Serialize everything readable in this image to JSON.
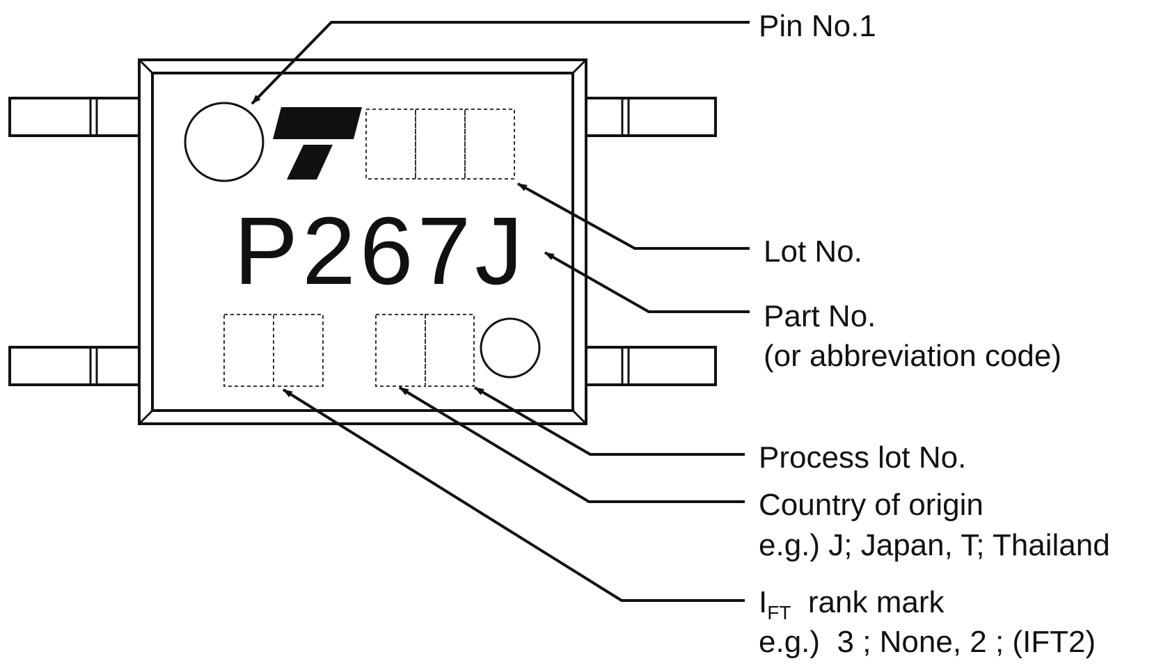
{
  "package": {
    "part_number": "P267J",
    "logo_name": "toshiba-t-logo-icon"
  },
  "callouts": {
    "pin1": {
      "label": "Pin No.1"
    },
    "lot": {
      "label": "Lot No."
    },
    "part": {
      "label": "Part No.",
      "sub_label": "(or abbreviation code)"
    },
    "process_lot": {
      "label": "Process lot No."
    },
    "country": {
      "label": "Country of origin",
      "example": "e.g.) J; Japan, T; Thailand"
    },
    "ift_rank": {
      "label_main": "I",
      "label_subscript": "FT",
      "label_rest": "  rank mark",
      "example": "e.g.)  3 ; None, 2 ; (IFT2)"
    }
  },
  "colors": {
    "ink": "#111111",
    "background": "#ffffff"
  }
}
